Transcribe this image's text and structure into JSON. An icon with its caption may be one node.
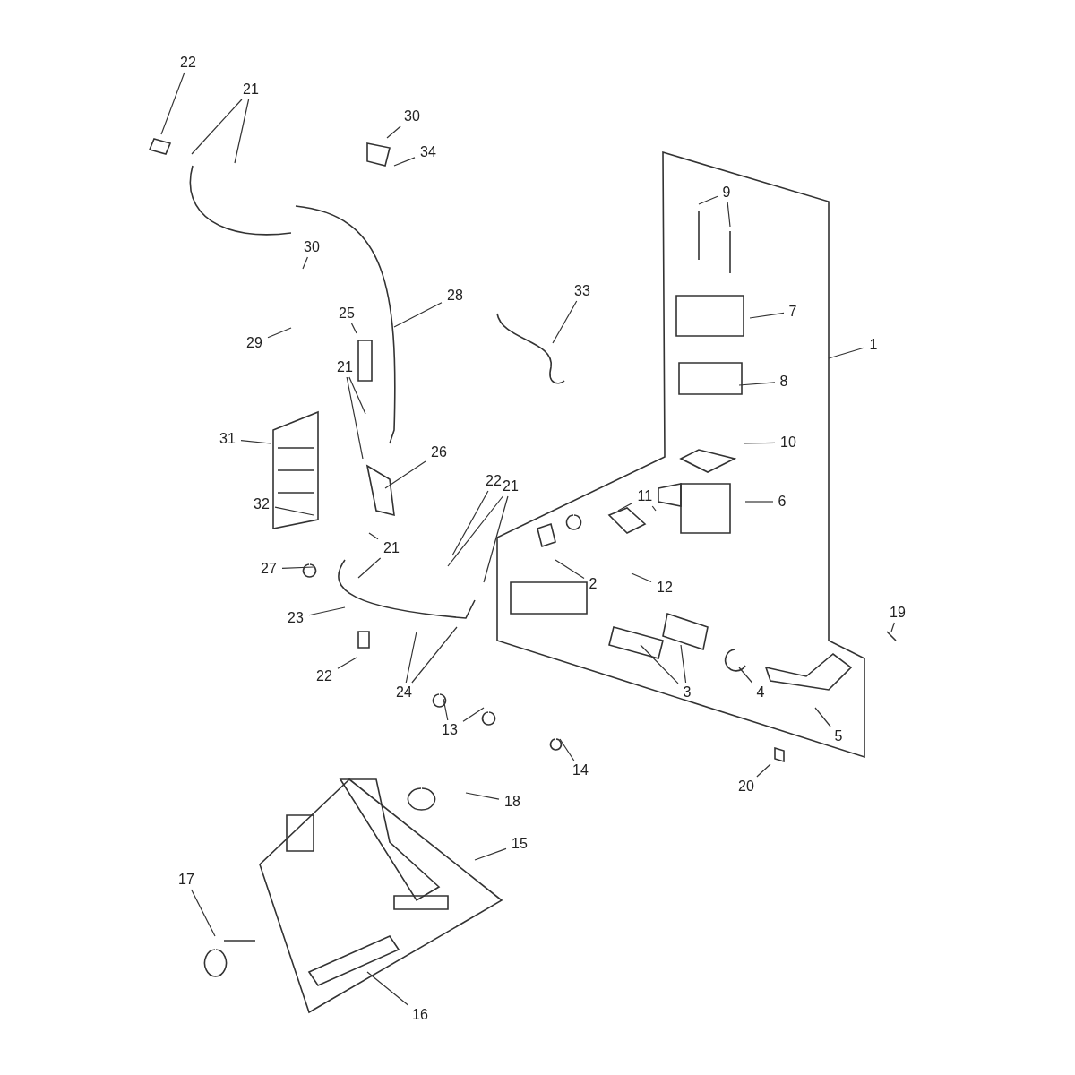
{
  "diagram": {
    "nodes": [
      {
        "text": [
          "22"
        ]
      },
      {
        "text": [
          "21"
        ]
      },
      {
        "text": [
          "30"
        ]
      },
      {
        "text": [
          "34"
        ]
      },
      {
        "text": [
          "9"
        ]
      },
      {
        "text": [
          "30"
        ]
      },
      {
        "text": [
          "33"
        ]
      },
      {
        "text": [
          "28"
        ]
      },
      {
        "text": [
          "25"
        ]
      },
      {
        "text": [
          "7"
        ]
      },
      {
        "text": [
          "29"
        ]
      },
      {
        "text": [
          "21"
        ]
      },
      {
        "text": [
          "8"
        ]
      },
      {
        "text": [
          "1"
        ]
      },
      {
        "text": [
          "10"
        ]
      },
      {
        "text": [
          "31"
        ]
      },
      {
        "text": [
          "26"
        ]
      },
      {
        "text": [
          "22"
        ]
      },
      {
        "text": [
          "21"
        ]
      },
      {
        "text": [
          "11"
        ]
      },
      {
        "text": [
          "6"
        ]
      },
      {
        "text": [
          "32"
        ]
      },
      {
        "text": [
          "21"
        ]
      },
      {
        "text": [
          "27"
        ]
      },
      {
        "text": [
          "2"
        ]
      },
      {
        "text": [
          "12"
        ]
      },
      {
        "text": [
          "23"
        ]
      },
      {
        "text": [
          "19"
        ]
      },
      {
        "text": [
          "22"
        ]
      },
      {
        "text": [
          "24"
        ]
      },
      {
        "text": [
          "3"
        ]
      },
      {
        "text": [
          "4"
        ]
      },
      {
        "text": [
          "5"
        ]
      },
      {
        "text": [
          "13"
        ]
      },
      {
        "text": [
          "14"
        ]
      },
      {
        "text": [
          "18"
        ]
      },
      {
        "text": [
          "20"
        ]
      },
      {
        "text": [
          "15"
        ]
      },
      {
        "text": [
          "17"
        ]
      },
      {
        "text": [
          "16"
        ]
      }
    ],
    "edges": [
      {
        "from": 0,
        "to": null,
        "arrow": "none"
      },
      {
        "from": 1,
        "to": null,
        "arrow": "none"
      },
      {
        "from": 1,
        "to": null,
        "arrow": "none"
      },
      {
        "from": 2,
        "to": null,
        "arrow": "none"
      },
      {
        "from": 3,
        "to": null,
        "arrow": "none"
      },
      {
        "from": 4,
        "to": null,
        "arrow": "none"
      },
      {
        "from": 4,
        "to": null,
        "arrow": "none"
      },
      {
        "from": 5,
        "to": null,
        "arrow": "none"
      },
      {
        "from": 6,
        "to": null,
        "arrow": "none"
      },
      {
        "from": 7,
        "to": null,
        "arrow": "none"
      },
      {
        "from": 8,
        "to": null,
        "arrow": "none"
      },
      {
        "from": 9,
        "to": null,
        "arrow": "none"
      },
      {
        "from": 10,
        "to": null,
        "arrow": "none"
      },
      {
        "from": 11,
        "to": null,
        "arrow": "none"
      },
      {
        "from": 11,
        "to": null,
        "arrow": "none"
      },
      {
        "from": 12,
        "to": null,
        "arrow": "none"
      },
      {
        "from": 13,
        "to": null,
        "arrow": "none"
      },
      {
        "from": 14,
        "to": null,
        "arrow": "none"
      },
      {
        "from": 15,
        "to": null,
        "arrow": "none"
      },
      {
        "from": 16,
        "to": null,
        "arrow": "none"
      },
      {
        "from": 17,
        "to": null,
        "arrow": "none"
      },
      {
        "from": 18,
        "to": null,
        "arrow": "none"
      },
      {
        "from": 18,
        "to": null,
        "arrow": "none"
      },
      {
        "from": 19,
        "to": null,
        "arrow": "none"
      },
      {
        "from": 19,
        "to": null,
        "arrow": "none"
      },
      {
        "from": 20,
        "to": null,
        "arrow": "none"
      },
      {
        "from": 21,
        "to": null,
        "arrow": "none"
      },
      {
        "from": 22,
        "to": null,
        "arrow": "none"
      },
      {
        "from": 22,
        "to": null,
        "arrow": "none"
      },
      {
        "from": 23,
        "to": null,
        "arrow": "none"
      },
      {
        "from": 24,
        "to": null,
        "arrow": "none"
      },
      {
        "from": 25,
        "to": null,
        "arrow": "none"
      },
      {
        "from": 26,
        "to": null,
        "arrow": "none"
      },
      {
        "from": 27,
        "to": null,
        "arrow": "none"
      },
      {
        "from": 28,
        "to": null,
        "arrow": "none"
      },
      {
        "from": 29,
        "to": null,
        "arrow": "none"
      },
      {
        "from": 29,
        "to": null,
        "arrow": "none"
      },
      {
        "from": 30,
        "to": null,
        "arrow": "none"
      },
      {
        "from": 30,
        "to": null,
        "arrow": "none"
      },
      {
        "from": 31,
        "to": null,
        "arrow": "none"
      },
      {
        "from": 32,
        "to": null,
        "arrow": "none"
      },
      {
        "from": 33,
        "to": null,
        "arrow": "none"
      },
      {
        "from": 33,
        "to": null,
        "arrow": "none"
      },
      {
        "from": 34,
        "to": null,
        "arrow": "none"
      },
      {
        "from": 35,
        "to": null,
        "arrow": "none"
      },
      {
        "from": 36,
        "to": null,
        "arrow": "none"
      },
      {
        "from": 37,
        "to": null,
        "arrow": "none"
      },
      {
        "from": 38,
        "to": null,
        "arrow": "none"
      },
      {
        "from": 39,
        "to": null,
        "arrow": "none"
      }
    ]
  }
}
